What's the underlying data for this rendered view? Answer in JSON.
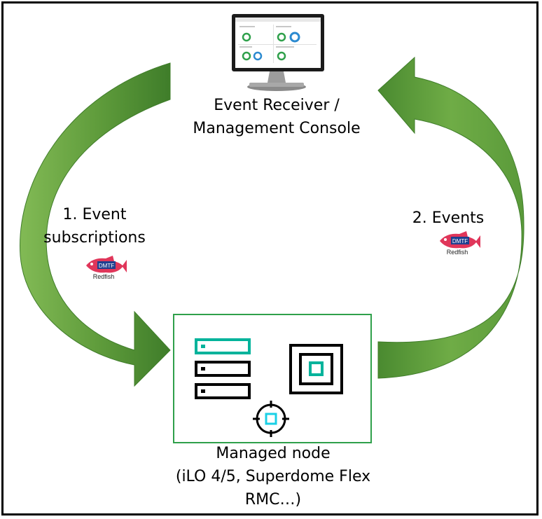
{
  "console": {
    "line1": "Event Receiver /",
    "line2": "Management Console"
  },
  "left_arrow": {
    "line1": "1. Event",
    "line2": "subscriptions",
    "logo_text": "Redfish",
    "logo_badge": "DMTF"
  },
  "right_arrow": {
    "line1": "2. Events",
    "logo_text": "Redfish",
    "logo_badge": "DMTF"
  },
  "node": {
    "line1": "Managed node",
    "line2": "(iLO 4/5, Superdome Flex",
    "line3": "RMC…)"
  },
  "colors": {
    "arrow_dark": "#3f7d2a",
    "arrow_light": "#71ad47",
    "node_border": "#2fa04b",
    "accent_teal": "#00b39b",
    "accent_cyan": "#1ad0e6",
    "redfish": "#e0365a"
  }
}
